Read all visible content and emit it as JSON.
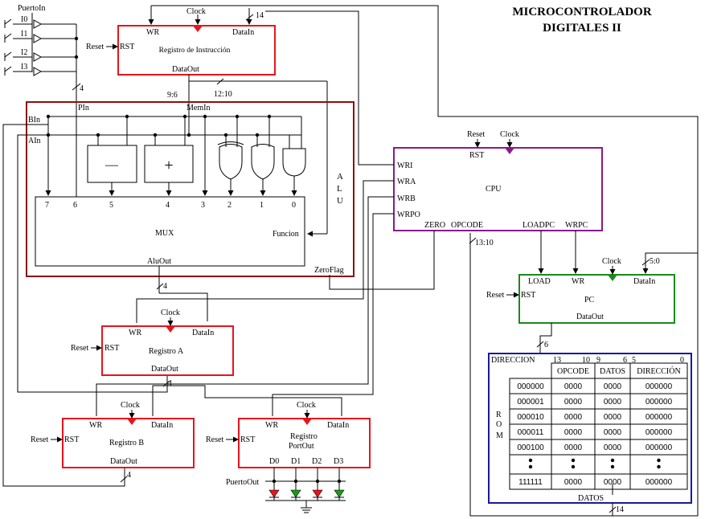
{
  "title": {
    "line1": "MICROCONTROLADOR",
    "line2": "DIGITALES II"
  },
  "inputs": {
    "port_label": "PuertoIn",
    "pins": [
      "I0",
      "I1",
      "I2",
      "I3"
    ],
    "bus_width": "4"
  },
  "instr_reg": {
    "name": "Registro de Instrucción",
    "clock": "Clock",
    "wr": "WR",
    "datain": "DataIn",
    "datain_width": "14",
    "reset": "Reset",
    "rst": "RST",
    "dataout": "DataOut",
    "split_a": "9:6",
    "split_b": "12:10"
  },
  "alu": {
    "pin_label": "PIn",
    "mem_label": "MemIn",
    "b_label": "BIn",
    "a_label": "AIn",
    "vertical_label": [
      "A",
      "L",
      "U"
    ],
    "minus": "—",
    "plus": "+",
    "mux_inputs": [
      "7",
      "6",
      "5",
      "4",
      "3",
      "2",
      "1",
      "0"
    ],
    "mux": "MUX",
    "funcion": "Funcion",
    "aluout": "AluOut",
    "zeroflag": "ZeroFlag",
    "out_width": "4"
  },
  "cpu": {
    "name": "CPU",
    "reset": "Reset",
    "clock": "Clock",
    "rst": "RST",
    "wri": "WRI",
    "wra": "WRA",
    "wrb": "WRB",
    "wrpo": "WRPO",
    "zero": "ZERO",
    "opcode": "OPCODE",
    "loadpc": "LOADPC",
    "wrpc": "WRPC",
    "opcode_bits": "13:10"
  },
  "pc": {
    "name": "PC",
    "clock": "Clock",
    "load": "LOAD",
    "wr": "WR",
    "datain": "DataIn",
    "datain_bits": "5:0",
    "reset": "Reset",
    "rst": "RST",
    "dataout": "DataOut",
    "out_width": "6"
  },
  "reg_a": {
    "name": "Registro A",
    "clock": "Clock",
    "wr": "WR",
    "datain": "DataIn",
    "reset": "Reset",
    "rst": "RST",
    "dataout": "DataOut",
    "out_width": "4"
  },
  "reg_b": {
    "name": "Registro B",
    "clock": "Clock",
    "wr": "WR",
    "datain": "DataIn",
    "reset": "Reset",
    "rst": "RST",
    "dataout": "DataOut",
    "out_width": "4"
  },
  "reg_po": {
    "name1": "Registro",
    "name2": "PortOut",
    "clock": "Clock",
    "wr": "WR",
    "datain": "DataIn",
    "reset": "Reset",
    "rst": "RST",
    "outputs": [
      "D0",
      "D1",
      "D2",
      "D3"
    ],
    "port_label": "PuertoOut",
    "led_colors": [
      "#e8141c",
      "#1a9a1a",
      "#e8141c",
      "#1a9a1a"
    ]
  },
  "rom": {
    "direccion": "DIRECCION",
    "bit_labels": [
      "13",
      "10",
      "9",
      "6",
      "5",
      "0"
    ],
    "headers": [
      "OPCODE",
      "DATOS",
      "DIRECCIÓN"
    ],
    "header_colors": [
      "#e8141c",
      "#1a8a1a",
      "#1a7fc0"
    ],
    "vertical": [
      "R",
      "O",
      "M"
    ],
    "rows": [
      {
        "addr": "000000",
        "op": "0000",
        "dat": "0000",
        "dir": "000000"
      },
      {
        "addr": "000001",
        "op": "0000",
        "dat": "0000",
        "dir": "000000"
      },
      {
        "addr": "000010",
        "op": "0000",
        "dat": "0000",
        "dir": "000000"
      },
      {
        "addr": "000011",
        "op": "0000",
        "dat": "0000",
        "dir": "000000"
      },
      {
        "addr": "000100",
        "op": "0000",
        "dat": "0000",
        "dir": "000000"
      }
    ],
    "last_row": {
      "addr": "111111",
      "op": "0000",
      "dat": "0000",
      "dir": "000000"
    },
    "datos": "DATOS",
    "out_width": "14"
  }
}
